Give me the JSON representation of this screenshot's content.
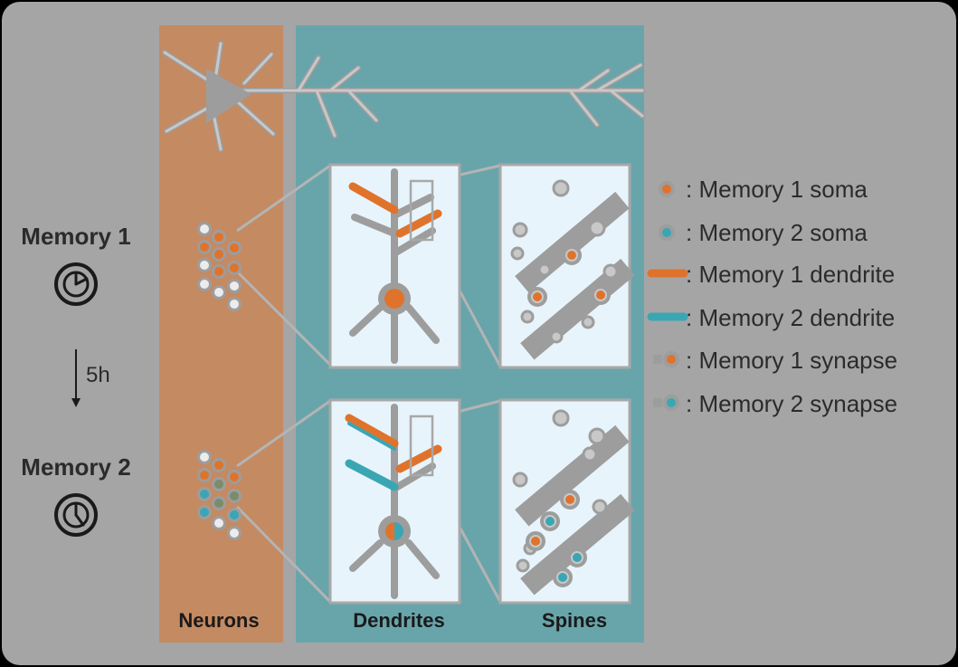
{
  "labels": {
    "memory1": "Memory 1",
    "memory2": "Memory 2",
    "interval": "5h",
    "neurons": "Neurons",
    "dendrites": "Dendrites",
    "spines": "Spines"
  },
  "legend": [
    {
      "id": "m1-soma",
      "label": ": Memory 1 soma"
    },
    {
      "id": "m2-soma",
      "label": ": Memory 2 soma"
    },
    {
      "id": "m1-dendrite",
      "label": ": Memory 1 dendrite"
    },
    {
      "id": "m2-dendrite",
      "label": ": Memory 2 dendrite"
    },
    {
      "id": "m1-synapse",
      "label": ": Memory 1 synapse"
    },
    {
      "id": "m2-synapse",
      "label": ": Memory 2 synapse"
    }
  ],
  "colors": {
    "background": "#a5a5a6",
    "neurons_panel": "#c48a62",
    "dendrites_panel": "#68a5ab",
    "inset_fill": "#e8f4fb",
    "gray": "#9d9d9d",
    "memory1": "#e0732c",
    "memory2": "#3aa6b4"
  },
  "icons": {
    "clock1": "clock-icon",
    "clock2": "clock-icon",
    "arrow": "arrow-down-icon"
  }
}
